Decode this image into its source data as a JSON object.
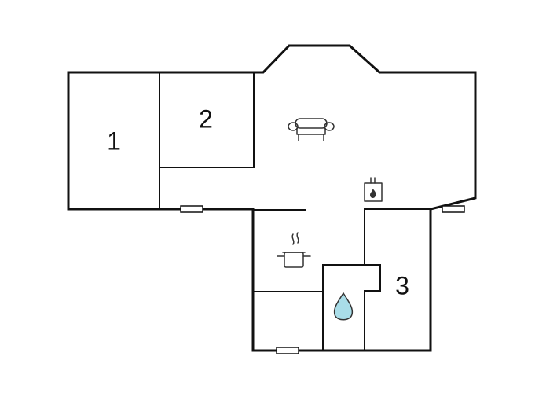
{
  "floor_plan": {
    "rooms": [
      {
        "id": "room-1",
        "label": "1"
      },
      {
        "id": "room-2",
        "label": "2"
      },
      {
        "id": "room-3",
        "label": "3"
      }
    ],
    "icons": [
      "sofa-icon",
      "fireplace-icon",
      "cooking-pot-icon",
      "water-drop-icon"
    ],
    "colors": {
      "walls": "#111111",
      "background": "#ffffff",
      "water_drop": "#a9dde8"
    }
  }
}
